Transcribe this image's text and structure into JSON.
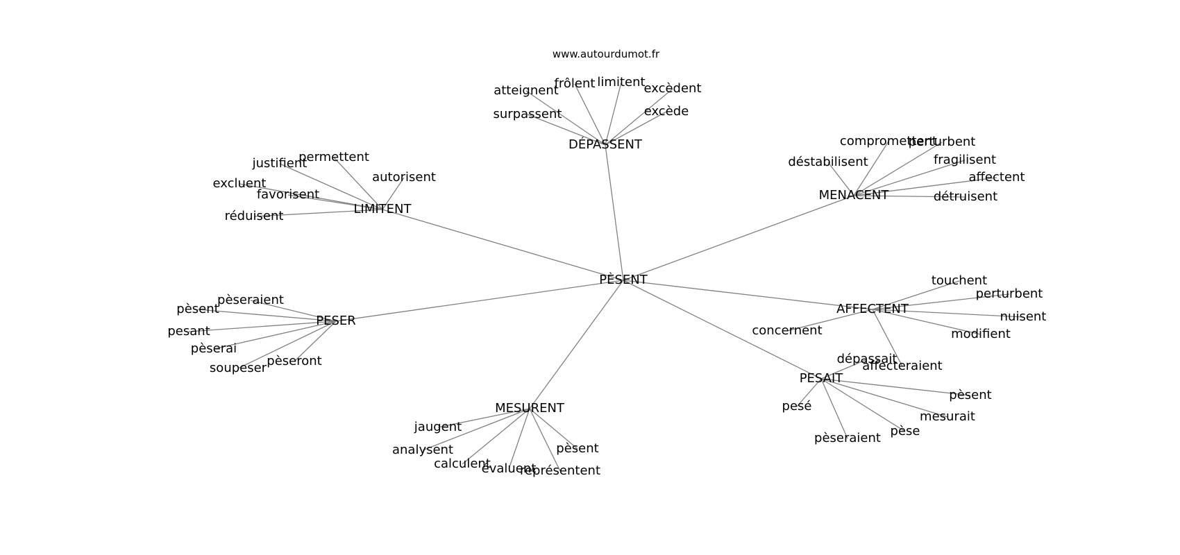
{
  "watermark": "www.autourdumot.fr",
  "edge_color": "#808080",
  "center": "PÈSENT",
  "groups": [
    {
      "hub": "DÉPASSENT",
      "leaves": [
        "atteignent",
        "frôlent",
        "limitent",
        "excèdent",
        "surpassent",
        "excède"
      ]
    },
    {
      "hub": "MENACENT",
      "leaves": [
        "compromettent",
        "perturbent",
        "déstabilisent",
        "fragilisent",
        "affectent",
        "détruisent"
      ]
    },
    {
      "hub": "LIMITENT",
      "leaves": [
        "justifient",
        "permettent",
        "autorisent",
        "excluent",
        "favorisent",
        "réduisent"
      ]
    },
    {
      "hub": "PESER",
      "leaves": [
        "pèseraient",
        "pèsent",
        "pesant",
        "pèserai",
        "soupeser",
        "pèseront"
      ]
    },
    {
      "hub": "AFFECTENT",
      "leaves": [
        "touchent",
        "perturbent",
        "nuisent",
        "concernent",
        "modifient",
        "affecteraient"
      ]
    },
    {
      "hub": "PESAIT",
      "leaves": [
        "dépassait",
        "pèsent",
        "pesé",
        "mesurait",
        "pèse",
        "pèseraient"
      ]
    },
    {
      "hub": "MESURENT",
      "leaves": [
        "jaugent",
        "analysent",
        "calculent",
        "évaluent",
        "représentent",
        "pèsent"
      ]
    }
  ]
}
